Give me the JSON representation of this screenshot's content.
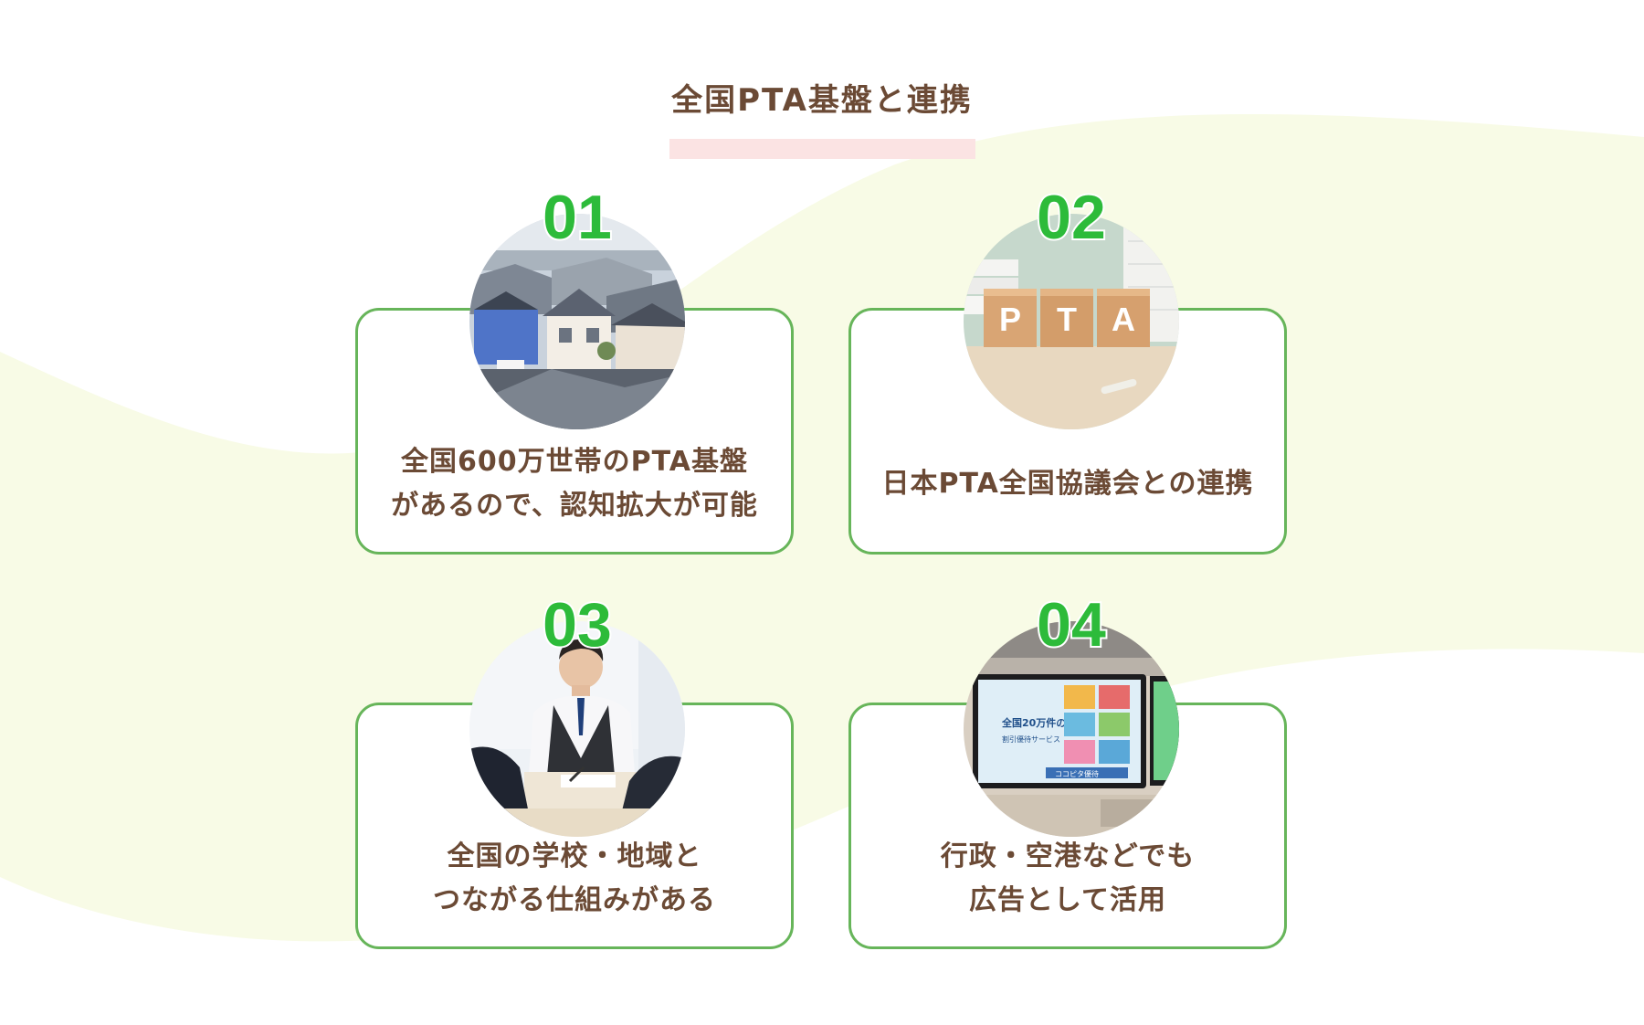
{
  "section": {
    "title": "全国PTA基盤と連携"
  },
  "features": [
    {
      "number": "01",
      "line1": "全国600万世帯のPTA基盤",
      "line2": "があるので、認知拡大が可能",
      "image": "town-houses-photo"
    },
    {
      "number": "02",
      "line1": "日本PTA全国協議会との連携",
      "line2": "",
      "image": "pta-blocks-photo",
      "blocks": [
        "P",
        "T",
        "A"
      ]
    },
    {
      "number": "03",
      "line1": "全国の学校・地域と",
      "line2": "つながる仕組みがある",
      "image": "meeting-photo"
    },
    {
      "number": "04",
      "line1": "行政・空港などでも",
      "line2": "広告として活用",
      "image": "digital-signage-photo",
      "signage": {
        "headline": "全国20万件の",
        "subline": "割引優待サービス",
        "footer": "ココピタ優待"
      }
    }
  ],
  "colors": {
    "title_text": "#6b4a35",
    "accent_number": "#2dbb3a",
    "card_border": "#67b55a",
    "underline": "#fbe3e3",
    "background_wave": "#f8fbe6"
  }
}
